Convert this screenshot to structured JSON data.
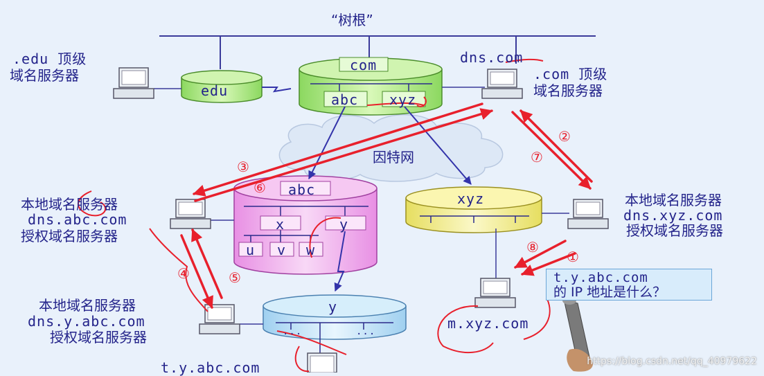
{
  "root": {
    "label": "“树根”"
  },
  "edu_top_server": {
    "line1": ".edu 顶级",
    "line2": "域名服务器"
  },
  "com_top_server": {
    "host": "dns.com",
    "line1": ".com 顶级",
    "line2": "域名服务器"
  },
  "internet": {
    "label": "因特网"
  },
  "domains": {
    "edu": "edu",
    "com": "com",
    "com_sub1": "abc",
    "com_sub2": "xyz",
    "abc": "abc",
    "abc_x": "x",
    "abc_y": "y",
    "abc_u": "u",
    "abc_v": "v",
    "abc_w": "w",
    "xyz": "xyz",
    "y": "y",
    "y_dots1": "...",
    "y_dots2": "..."
  },
  "abc_server": {
    "line1": "本地域名服务器",
    "line2": "dns.abc.com",
    "line3": "授权域名服务器"
  },
  "xyz_server": {
    "line1": "本地域名服务器",
    "line2": "dns.xyz.com",
    "line3": "授权域名服务器"
  },
  "y_server": {
    "line1": "本地域名服务器",
    "line2": "dns.y.abc.com",
    "line3": "授权域名服务器"
  },
  "client": {
    "label": "m.xyz.com"
  },
  "target_host": {
    "label": "t.y.abc.com"
  },
  "question": {
    "line1": "t.y.abc.com",
    "line2": "的 IP 地址是什么？"
  },
  "steps": [
    "①",
    "②",
    "③",
    "④",
    "⑤",
    "⑥",
    "⑦",
    "⑧"
  ],
  "watermark": "https://blog.csdn.net/qq_40979622",
  "colors": {
    "text": "#23238a",
    "green_db": "#b8ec8c",
    "pink_db": "#f2b8ee",
    "yellow_db": "#f6f29a",
    "blue_db": "#c8e6f8",
    "arrow_red": "#e8202c",
    "link_blue": "#3333aa"
  }
}
